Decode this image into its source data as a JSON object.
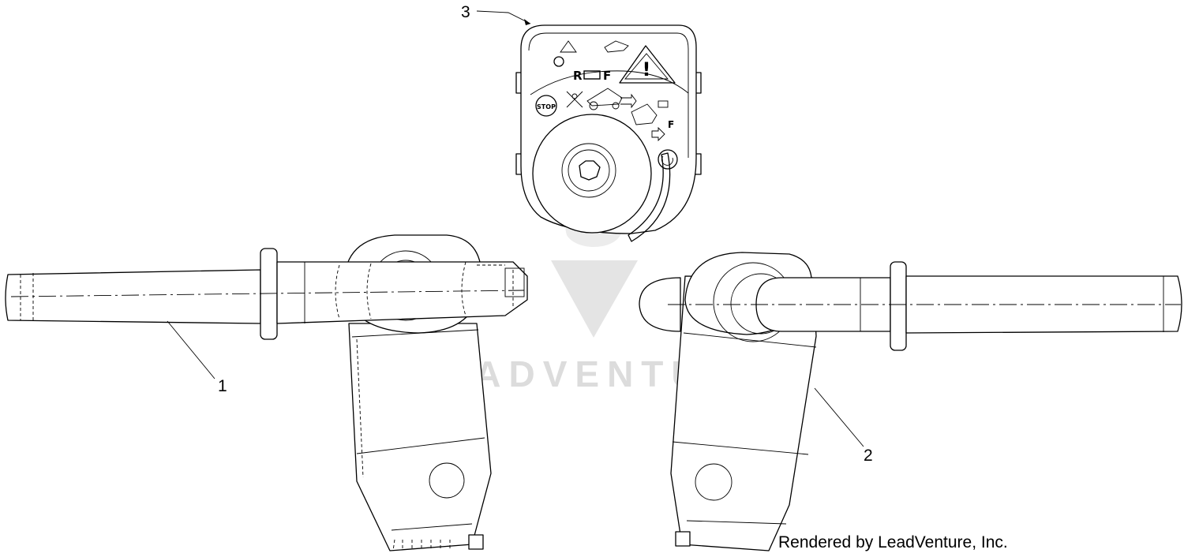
{
  "callouts": {
    "part_1": "1",
    "part_2": "2",
    "part_3": "3"
  },
  "watermark": {
    "text": "LEADVENTURE"
  },
  "ignition_label": {
    "rev_text": "R",
    "fwd_text": "F",
    "stop_text": "STOP",
    "warning_symbol": "!"
  },
  "footer": {
    "credit": "Rendered by LeadVenture, Inc."
  },
  "colors": {
    "line": "#000000",
    "watermark": "#dcdcdc",
    "background": "#ffffff"
  }
}
